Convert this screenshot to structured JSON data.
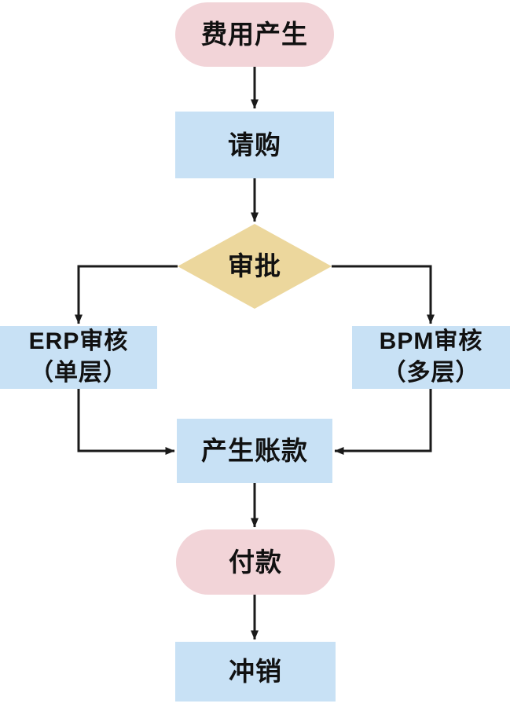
{
  "diagram": {
    "type": "flowchart",
    "direction": "top-down",
    "nodes": [
      {
        "id": "expense",
        "type": "terminator",
        "label": "费用产生"
      },
      {
        "id": "request",
        "type": "process",
        "label": "请购"
      },
      {
        "id": "approval",
        "type": "decision",
        "label": "审批"
      },
      {
        "id": "erp",
        "type": "process",
        "label": "ERP审核\n（单层）"
      },
      {
        "id": "bpm",
        "type": "process",
        "label": "BPM审核\n（多层）"
      },
      {
        "id": "payables",
        "type": "process",
        "label": "产生账款"
      },
      {
        "id": "payment",
        "type": "terminator",
        "label": "付款"
      },
      {
        "id": "writeoff",
        "type": "process",
        "label": "冲销"
      }
    ],
    "edges": [
      {
        "from": "expense",
        "to": "request",
        "label": ""
      },
      {
        "from": "request",
        "to": "approval",
        "label": ""
      },
      {
        "from": "approval",
        "to": "erp",
        "label": ""
      },
      {
        "from": "approval",
        "to": "bpm",
        "label": ""
      },
      {
        "from": "erp",
        "to": "payables",
        "label": ""
      },
      {
        "from": "bpm",
        "to": "payables",
        "label": ""
      },
      {
        "from": "payables",
        "to": "payment",
        "label": ""
      },
      {
        "from": "payment",
        "to": "writeoff",
        "label": ""
      }
    ],
    "colors": {
      "node_terminator": "#f2d4d8",
      "node_process": "#c8e1f5",
      "node_decision": "#ecd79d",
      "edge_line": "#1a1a1a",
      "text": "#111111",
      "background": "#ffffff"
    }
  }
}
